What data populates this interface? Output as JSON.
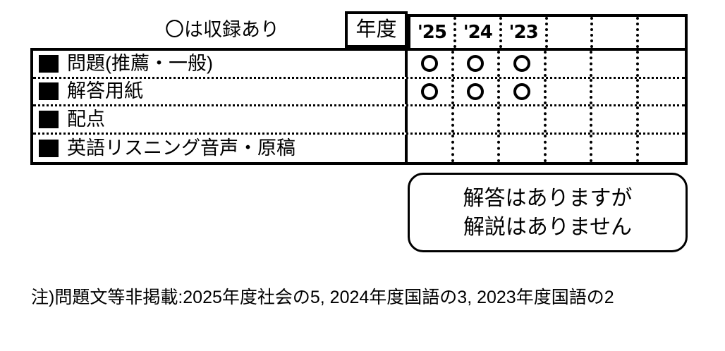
{
  "legend": {
    "caption": "〇は収録あり"
  },
  "table": {
    "year_label": "年度",
    "columns": [
      {
        "label": "'25"
      },
      {
        "label": "'24"
      },
      {
        "label": "'23"
      },
      {
        "label": ""
      },
      {
        "label": ""
      },
      {
        "label": ""
      }
    ],
    "rows": [
      {
        "label": "問題(推薦・一般)",
        "marks": [
          "〇",
          "〇",
          "〇",
          "",
          "",
          ""
        ]
      },
      {
        "label": "解答用紙",
        "marks": [
          "〇",
          "〇",
          "〇",
          "",
          "",
          ""
        ]
      },
      {
        "label": "配点",
        "marks": [
          "",
          "",
          "",
          "",
          "",
          ""
        ]
      },
      {
        "label": "英語リスニング音声・原稿",
        "marks": [
          "",
          "",
          "",
          "",
          "",
          ""
        ]
      }
    ]
  },
  "note_box": {
    "line1": "解答はありますが",
    "line2": "解説はありません"
  },
  "footnote": {
    "text": "注)問題文等非掲載:2025年度社会の5, 2024年度国語の3, 2023年度国語の2"
  },
  "colors": {
    "ink": "#000000",
    "paper": "#ffffff"
  }
}
